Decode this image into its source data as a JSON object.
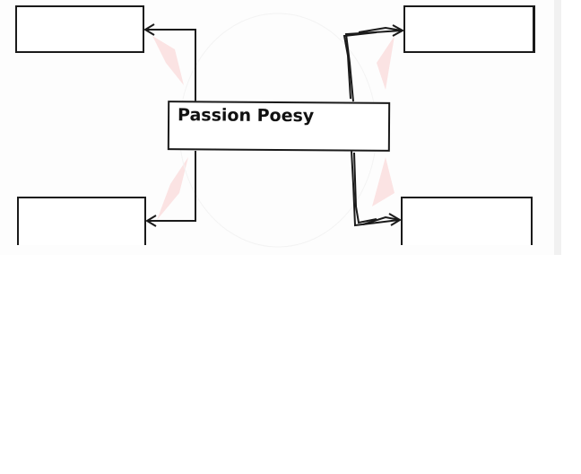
{
  "diagram": {
    "center": {
      "label": "Passion Poesy"
    },
    "boxes": [
      {
        "position": "top-left",
        "label": ""
      },
      {
        "position": "top-right",
        "label": ""
      },
      {
        "position": "bottom-left",
        "label": ""
      },
      {
        "position": "bottom-right",
        "label": ""
      }
    ],
    "colors": {
      "stroke": "#1a1a1a",
      "background": "#fdfdfd",
      "ghost_arrow": "#fbe3e3"
    }
  }
}
